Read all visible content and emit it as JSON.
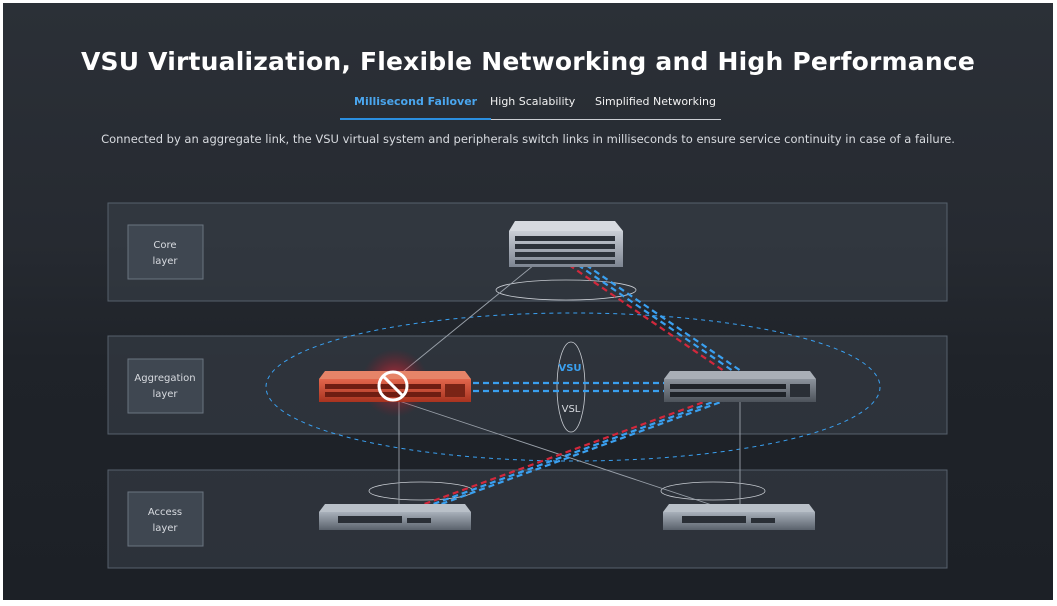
{
  "header": {
    "title": "VSU Virtualization, Flexible Networking and High Performance",
    "description": "Connected by an aggregate link, the VSU virtual system and peripherals switch links in milliseconds to ensure service continuity in case of a failure."
  },
  "tabs": [
    {
      "label": "Millisecond Failover",
      "active": true
    },
    {
      "label": "High Scalability",
      "active": false
    },
    {
      "label": "Simplified Networking",
      "active": false
    }
  ],
  "layers": {
    "core": {
      "line1": "Core",
      "line2": "layer"
    },
    "aggregation": {
      "line1": "Aggregation",
      "line2": "layer"
    },
    "access": {
      "line1": "Access",
      "line2": "layer"
    }
  },
  "labels": {
    "vsu": "VSU",
    "vsl": "VSL"
  },
  "colors": {
    "accent": "#2b8fe0",
    "failed_switch": "#c9462f",
    "link_blue": "#3aa0f0",
    "link_red": "#d2283c"
  }
}
